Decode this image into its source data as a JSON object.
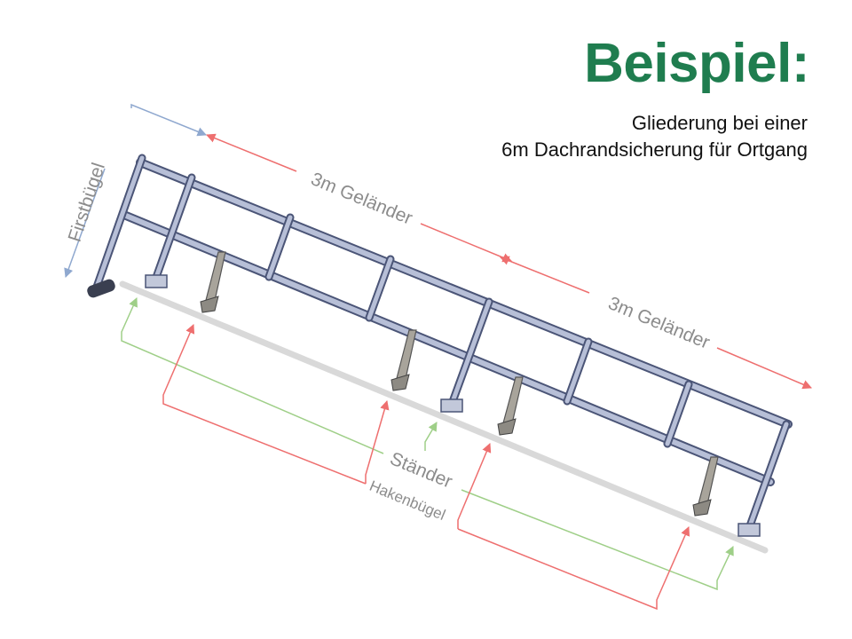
{
  "header": {
    "title": "Beispiel:",
    "subtitle_line1": "Gliederung bei einer",
    "subtitle_line2": "6m Dachrandsicherung für Ortgang"
  },
  "labels": {
    "firstbuegel": "Firstbügel",
    "gelaender_1": "3m Geländer",
    "gelaender_2": "3m Geländer",
    "staender": "Ständer",
    "hakenbuegel": "Hakenbügel"
  },
  "colors": {
    "title_green": "#1f7d4f",
    "blue_arrow": "#8fa8cf",
    "red_arrow": "#ee6f6f",
    "green_arrow": "#9fcf88",
    "ground": "#d9d9d9",
    "rail": "#b7bfd7",
    "rail_stroke": "#4b5577",
    "hook": "#a8a49b"
  }
}
